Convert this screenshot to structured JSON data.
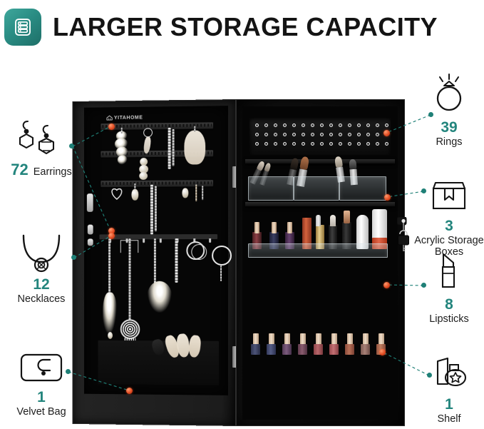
{
  "header": {
    "title": "LARGER STORAGE CAPACITY",
    "badge_icon": "storage-stack-icon",
    "badge_color": "#2a8d84"
  },
  "product": {
    "brand_logo": "YITAHOME",
    "type": "wall-mounted lockable jewelry cabinet armoire with mirror door",
    "color": "black"
  },
  "theme": {
    "accent": "#23857d",
    "marker": "#e0481f",
    "text": "#1d1d1d"
  },
  "callouts": [
    {
      "id": "earrings",
      "icon": "earrings-icon",
      "count": "72",
      "label": "Earrings",
      "layout": "inline",
      "side": "left"
    },
    {
      "id": "necklaces",
      "icon": "necklace-icon",
      "count": "12",
      "label": "Necklaces",
      "layout": "stacked",
      "side": "left"
    },
    {
      "id": "velvet-bag",
      "icon": "velvet-bag-icon",
      "count": "1",
      "label": "Velvet Bag",
      "layout": "stacked",
      "side": "left"
    },
    {
      "id": "rings",
      "icon": "ring-icon",
      "count": "39",
      "label": "Rings",
      "layout": "stacked",
      "side": "right"
    },
    {
      "id": "acrylic-storage-boxes",
      "icon": "box-icon",
      "count": "3",
      "label": "Acrylic Storage\nBoxes",
      "label_line1": "Acrylic Storage",
      "label_line2": "Boxes",
      "layout": "stacked",
      "side": "right"
    },
    {
      "id": "lipsticks",
      "icon": "lipstick-icon",
      "count": "8",
      "label": "Lipsticks",
      "layout": "stacked",
      "side": "right"
    },
    {
      "id": "shelf",
      "icon": "cosmetics-shelf-icon",
      "count": "1",
      "label": "Shelf",
      "layout": "stacked",
      "side": "right"
    }
  ]
}
